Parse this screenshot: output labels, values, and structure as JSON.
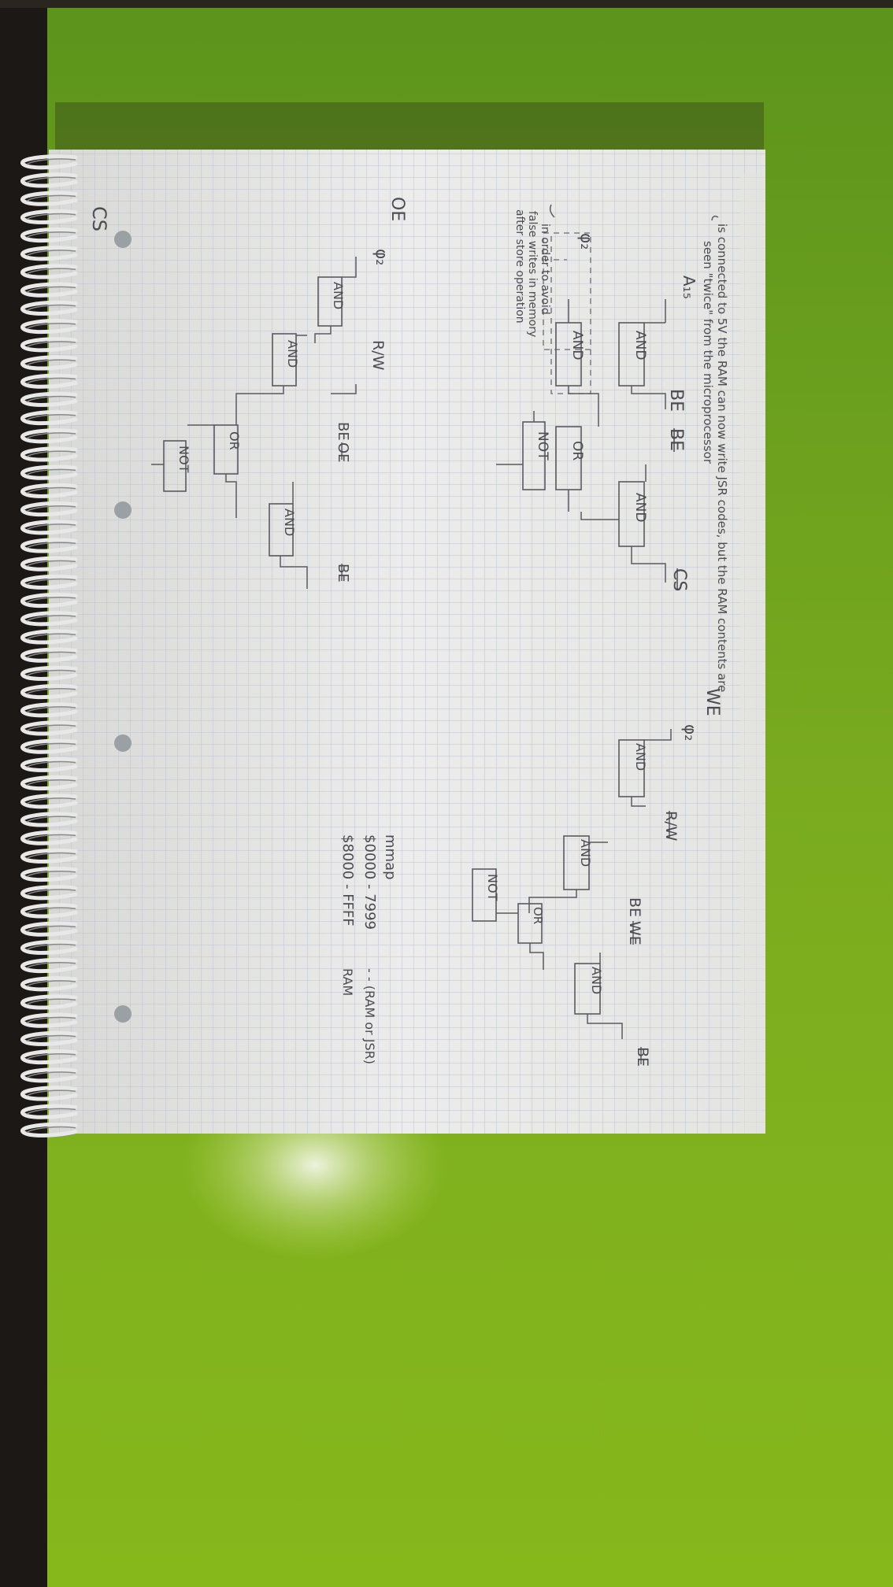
{
  "cs_section": {
    "label": "CS",
    "a15": "A₁₅",
    "phi2": "φ₂",
    "and1": "AND",
    "and2": "AND",
    "or1": "OR",
    "and3": "AND",
    "not1": "NOT",
    "be": "BE",
    "be_bar": "BE",
    "cs_bar": "CS"
  },
  "notes": {
    "line1": "is connected to 5V the RAM can now write JSR codes, but the RAM contents are",
    "line2": "seen \"twice\" from the microprocessor",
    "line3": "in order to avoid",
    "line4": "false writes in memory",
    "line5": "after store operation"
  },
  "we_section": {
    "label": "WE",
    "phi2": "φ₂",
    "rw_bar": "R/W",
    "and1": "AND",
    "and2": "AND",
    "or1": "OR",
    "and3": "AND",
    "not1": "NOT",
    "be": "BE",
    "we_bar": "WE",
    "be_bar": "BE"
  },
  "oe_section": {
    "label": "OE",
    "phi2": "φ₂",
    "rw": "R/W",
    "and1": "AND",
    "and2": "AND",
    "or1": "OR",
    "not1": "NOT",
    "and3": "AND",
    "be": "BE",
    "oe_bar": "OE",
    "be_bar": "BE"
  },
  "memory_map": {
    "title": "mmap",
    "row1_range": "$0000 - 7999",
    "row1_label": "- - (RAM or JSR)",
    "row2_range": "$8000 - FFFF",
    "row2_label": "RAM"
  }
}
